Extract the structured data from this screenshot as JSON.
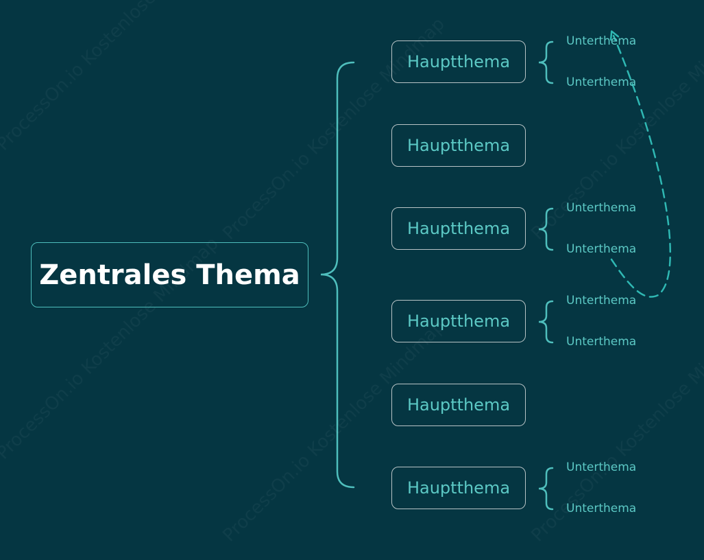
{
  "colors": {
    "background": "#053642",
    "accent": "#4fbfbd",
    "topic_text": "#5cc9c5",
    "central_text": "#ffffff",
    "topic_border": "#b9c4c6",
    "relationship_line": "#2fb8b3"
  },
  "central": {
    "label": "Zentrales Thema"
  },
  "main_topics": [
    {
      "label": "Hauptthema",
      "subtopics": [
        "Unterthema",
        "Unterthema"
      ]
    },
    {
      "label": "Hauptthema",
      "subtopics": []
    },
    {
      "label": "Hauptthema",
      "subtopics": [
        "Unterthema",
        "Unterthema"
      ]
    },
    {
      "label": "Hauptthema",
      "subtopics": [
        "Unterthema",
        "Unterthema"
      ]
    },
    {
      "label": "Hauptthema",
      "subtopics": []
    },
    {
      "label": "Hauptthema",
      "subtopics": [
        "Unterthema",
        "Unterthema"
      ]
    }
  ],
  "watermark": {
    "text": "ProcessOn.io Kostenlose Mindmap"
  }
}
